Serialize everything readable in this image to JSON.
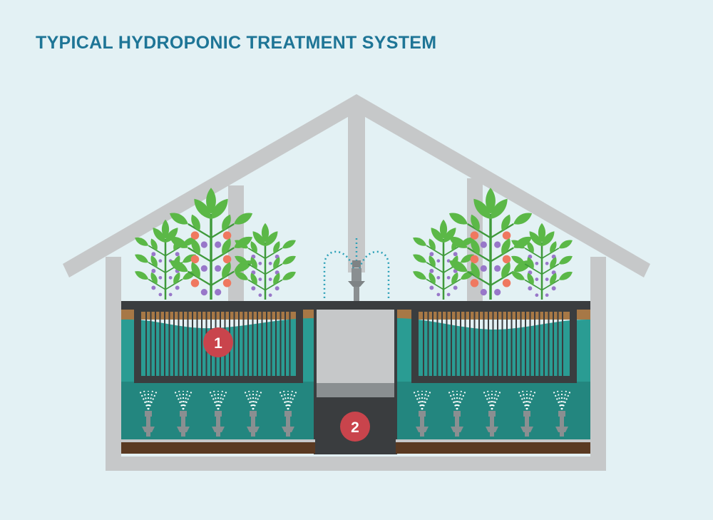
{
  "title": "TYPICAL HYDROPONIC TREATMENT SYSTEM",
  "markers": [
    {
      "number": "1"
    },
    {
      "number": "2"
    }
  ],
  "colors": {
    "background": "#e3f1f4",
    "title": "#1e7596",
    "frame": "#c6c8c9",
    "water": "#2a9c93",
    "water_deep": "#23867f",
    "soil": "#a77846",
    "dark": "#3a3d3f",
    "marker": "#c9444c",
    "leaf": "#5bb847",
    "stem": "#3f9a3b",
    "fruit_red": "#ef7860",
    "fruit_purple": "#9877c9",
    "spray": "#ffffff",
    "fountain": "#2aa0b7"
  }
}
